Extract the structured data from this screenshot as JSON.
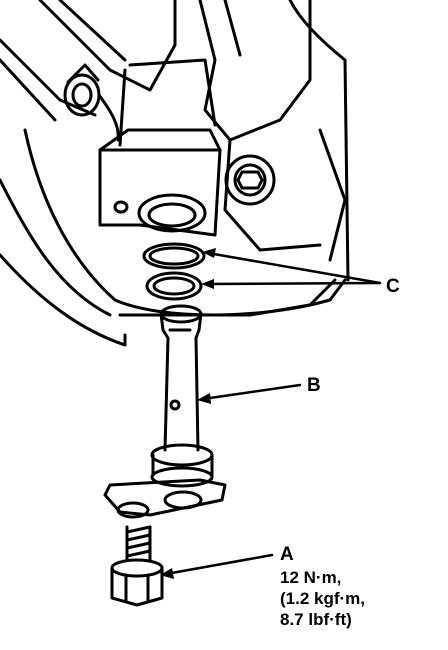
{
  "callouts": {
    "a": {
      "label": "A"
    },
    "b": {
      "label": "B"
    },
    "c": {
      "label": "C"
    }
  },
  "torque_spec": {
    "line1": "12 N·m,",
    "line2": "(1.2 kgf·m,",
    "line3": "8.7 lbf·ft)"
  },
  "colors": {
    "ink": "#000000",
    "paper": "#ffffff"
  }
}
